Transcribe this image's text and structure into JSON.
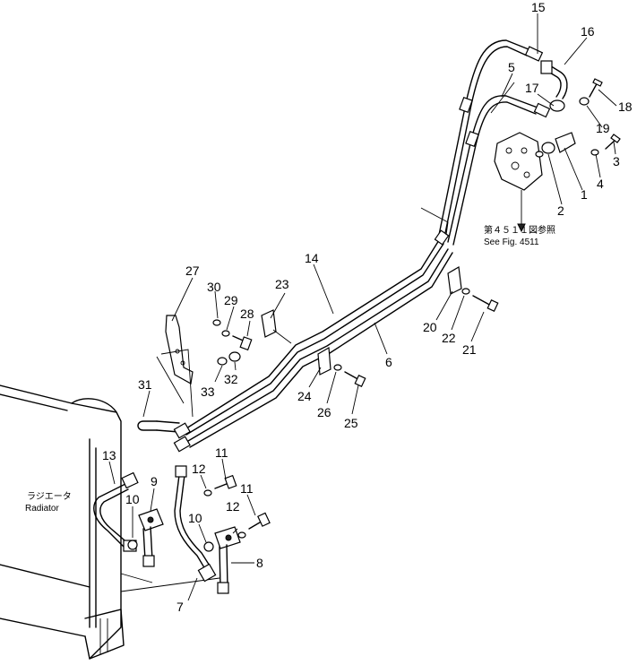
{
  "labels": {
    "callouts": [
      "1",
      "2",
      "3",
      "4",
      "5",
      "6",
      "7",
      "8",
      "9",
      "10",
      "10",
      "11",
      "11",
      "12",
      "12",
      "13",
      "14",
      "15",
      "16",
      "17",
      "18",
      "19",
      "20",
      "21",
      "22",
      "23",
      "24",
      "25",
      "26",
      "27",
      "28",
      "29",
      "30",
      "31",
      "32",
      "33"
    ],
    "radiator_jp": "ラジエータ",
    "radiator_en": "Radiator",
    "ref_jp": "第４５１１図参照",
    "ref_en": "See Fig. 4511"
  }
}
